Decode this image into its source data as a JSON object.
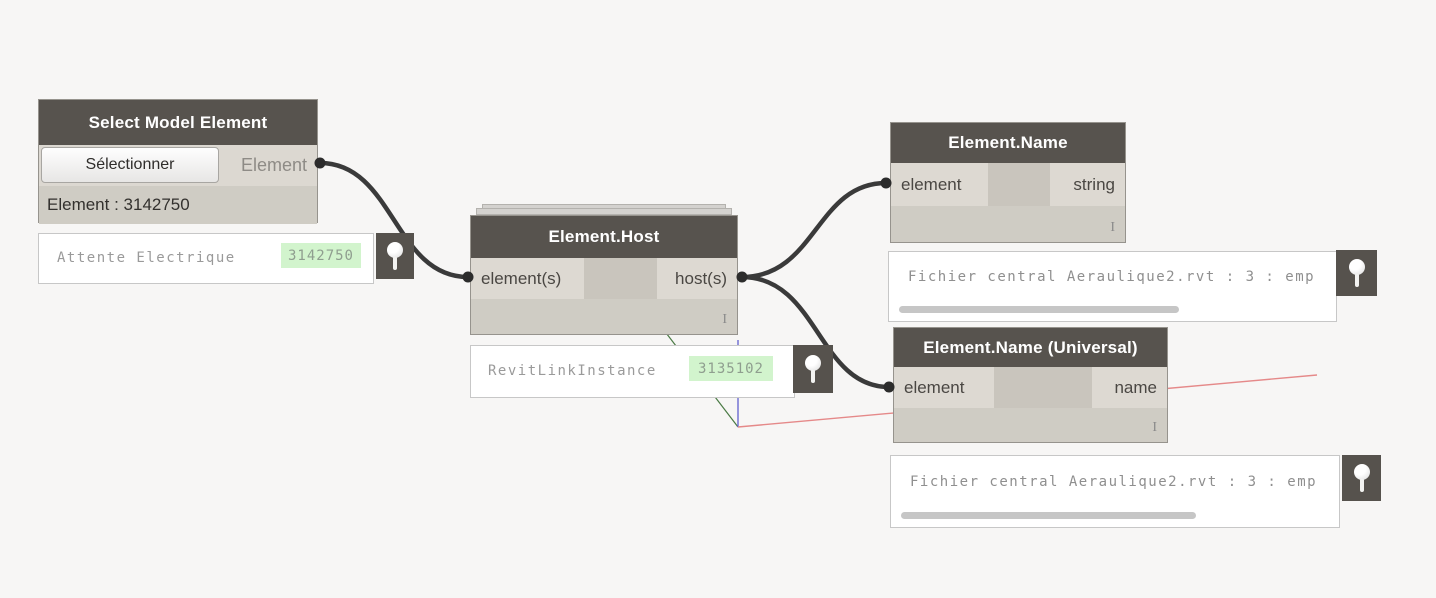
{
  "app": "Dynamo graph canvas",
  "icons": {
    "pin": "pushpin-icon"
  },
  "colors": {
    "canvas_bg": "#f7f6f5",
    "node_header": "#57534e",
    "node_body": "#cfccc4",
    "port_bg": "#ddd9d2",
    "wire": "#3a3a3a",
    "badge_bg": "#d2f4cd",
    "badge_text": "#8f9e8f",
    "axis_x_red": "#e58989",
    "axis_green": "#4a7a44",
    "axis_blue": "#6b6bd1"
  },
  "nodes": {
    "select": {
      "title": "Select Model Element",
      "button": "Sélectionner",
      "output": "Element",
      "status": "Element : 3142750"
    },
    "host": {
      "title": "Element.Host",
      "input": "element(s)",
      "output": "host(s)",
      "lacing": "I"
    },
    "name": {
      "title": "Element.Name",
      "input": "element",
      "output": "string",
      "lacing": "I"
    },
    "universal": {
      "title": "Element.Name (Universal)",
      "input": "element",
      "output": "name",
      "lacing": "I"
    }
  },
  "previews": {
    "select": {
      "label": "Attente Electrique",
      "value": "3142750"
    },
    "host": {
      "label": "RevitLinkInstance",
      "value": "3135102"
    },
    "name": {
      "text": "Fichier central Aeraulique2.rvt : 3 : emp"
    },
    "universal": {
      "text": "Fichier central Aeraulique2.rvt : 3 : emp"
    }
  }
}
